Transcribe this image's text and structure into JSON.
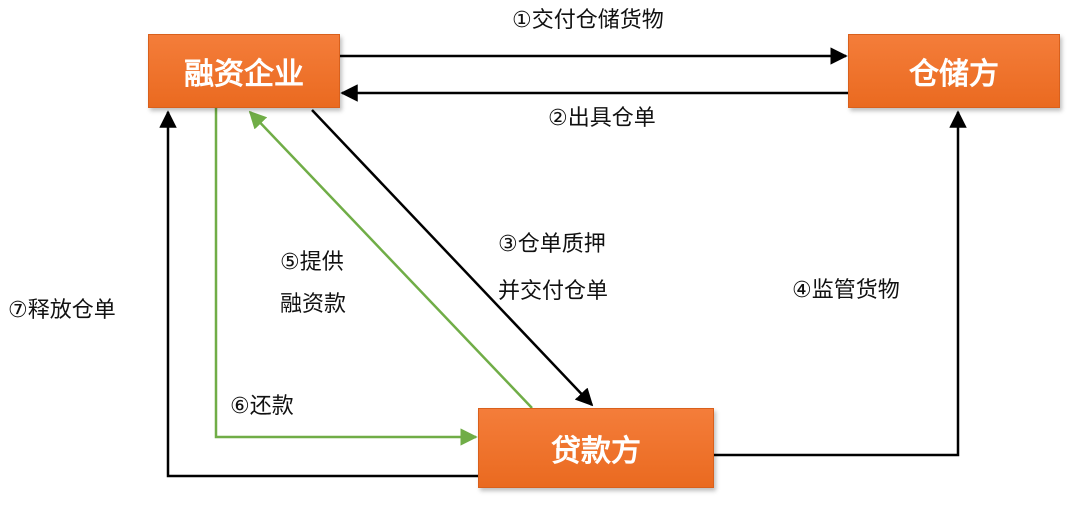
{
  "nodes": {
    "enterprise": "融资企业",
    "warehouse": "仓储方",
    "lender": "贷款方"
  },
  "edges": {
    "e1": "①交付仓储货物",
    "e2": "②出具仓单",
    "e3_line1": "③仓单质押",
    "e3_line2": "并交付仓单",
    "e4": "④监管货物",
    "e5_line1": "⑤提供",
    "e5_line2": "融资款",
    "e6": "⑥还款",
    "e7": "⑦释放仓单"
  },
  "colors": {
    "node_fill": "#ee7228",
    "black_arrow": "#000000",
    "green_arrow": "#70ad47"
  }
}
